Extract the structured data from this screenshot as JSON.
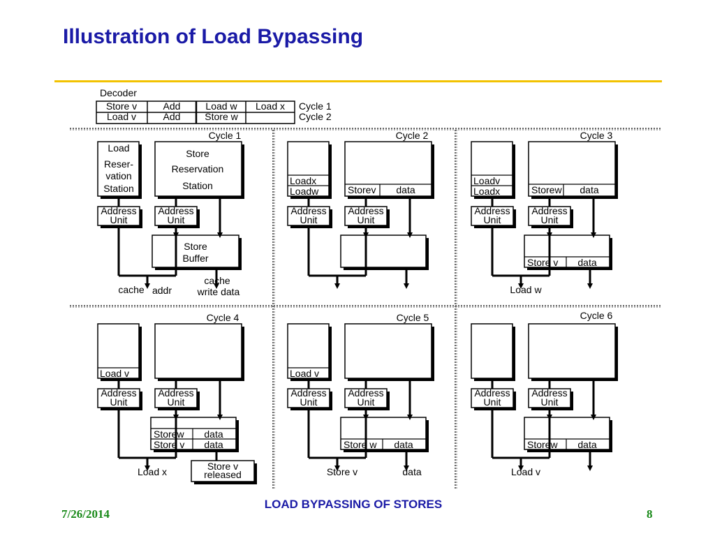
{
  "slide": {
    "title": "Illustration of Load Bypassing",
    "caption": "LOAD BYPASSING OF STORES",
    "date": "7/26/2014",
    "page": "8"
  },
  "decoder": {
    "label": "Decoder",
    "rows": [
      [
        "Store v",
        "Add",
        "Load w",
        "Load x"
      ],
      [
        "Load v",
        "Add",
        "Store w",
        ""
      ]
    ],
    "cycle_labels": [
      "Cycle 1",
      "Cycle 2"
    ]
  },
  "labels": {
    "address": "Address",
    "unit": "Unit",
    "load_rs": [
      "Load",
      "Reser-",
      "vation",
      "Station"
    ],
    "store_rs": [
      "Store",
      "Reservation",
      "Station"
    ],
    "store_buffer": [
      "Store",
      "Buffer"
    ],
    "cache": "cache",
    "addr": "addr",
    "cache_write": [
      "cache",
      "write data"
    ],
    "data": "data"
  },
  "panels": [
    {
      "cycle": "Cycle 1"
    },
    {
      "cycle": "Cycle 2",
      "load_rs": [
        "Loadx",
        "Loadw"
      ],
      "store_rs": [
        "Storev",
        "data"
      ]
    },
    {
      "cycle": "Cycle 3",
      "load_rs": [
        "Loadv",
        "Loadx"
      ],
      "store_rs": [
        "Storew",
        "data"
      ],
      "store_buffer": [
        [
          "Store v",
          "data"
        ]
      ],
      "bottom_left": "Load w"
    },
    {
      "cycle": "Cycle 4",
      "load_rs": [
        "Load v"
      ],
      "store_buffer": [
        [
          "Storew",
          "data"
        ],
        [
          "Store v",
          "data"
        ]
      ],
      "bottom_left": "Load x",
      "released": [
        "Store v",
        "released"
      ]
    },
    {
      "cycle": "Cycle 5",
      "load_rs": [
        "Load v"
      ],
      "store_buffer": [
        [
          "Store w",
          "data"
        ]
      ],
      "bottom_left": "Store v",
      "bottom_right": "data"
    },
    {
      "cycle": "Cycle 6",
      "store_buffer": [
        [
          "Storew",
          "data"
        ]
      ],
      "bottom_left": "Load v"
    }
  ]
}
